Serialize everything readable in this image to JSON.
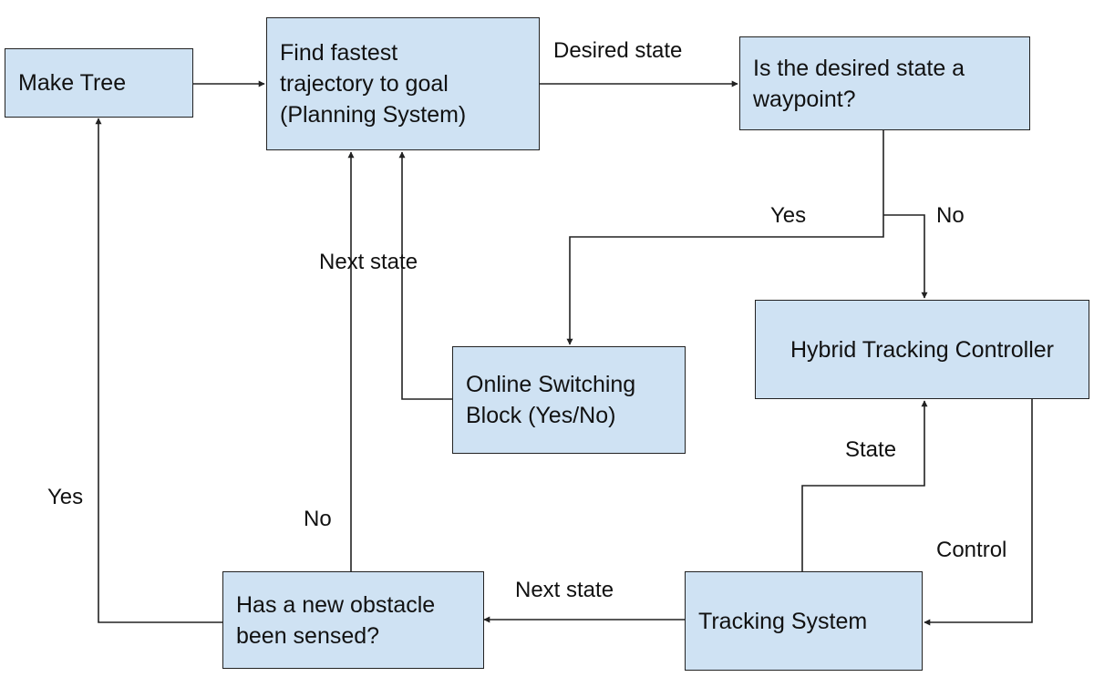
{
  "diagram": {
    "nodes": {
      "make_tree": {
        "lines": [
          "Make Tree"
        ]
      },
      "find_fastest": {
        "lines": [
          "Find fastest",
          "trajectory to goal",
          "(Planning System)"
        ]
      },
      "is_waypoint": {
        "lines": [
          "Is the desired state a",
          "waypoint?"
        ]
      },
      "hybrid_controller": {
        "lines": [
          "Hybrid Tracking Controller"
        ]
      },
      "online_switching": {
        "lines": [
          "Online Switching",
          "Block (Yes/No)"
        ]
      },
      "tracking_system": {
        "lines": [
          "Tracking System"
        ]
      },
      "new_obstacle": {
        "lines": [
          "Has a new obstacle",
          "been sensed?"
        ]
      }
    },
    "edge_labels": {
      "desired_state": "Desired state",
      "yes_waypoint": "Yes",
      "no_waypoint": "No",
      "next_state_switch": "Next state",
      "state": "State",
      "control": "Control",
      "next_state_tracking": "Next state",
      "yes_obstacle": "Yes",
      "no_obstacle": "No"
    },
    "colors": {
      "node_fill": "#cfe2f3",
      "node_border": "#222222",
      "edge": "#222222"
    }
  }
}
